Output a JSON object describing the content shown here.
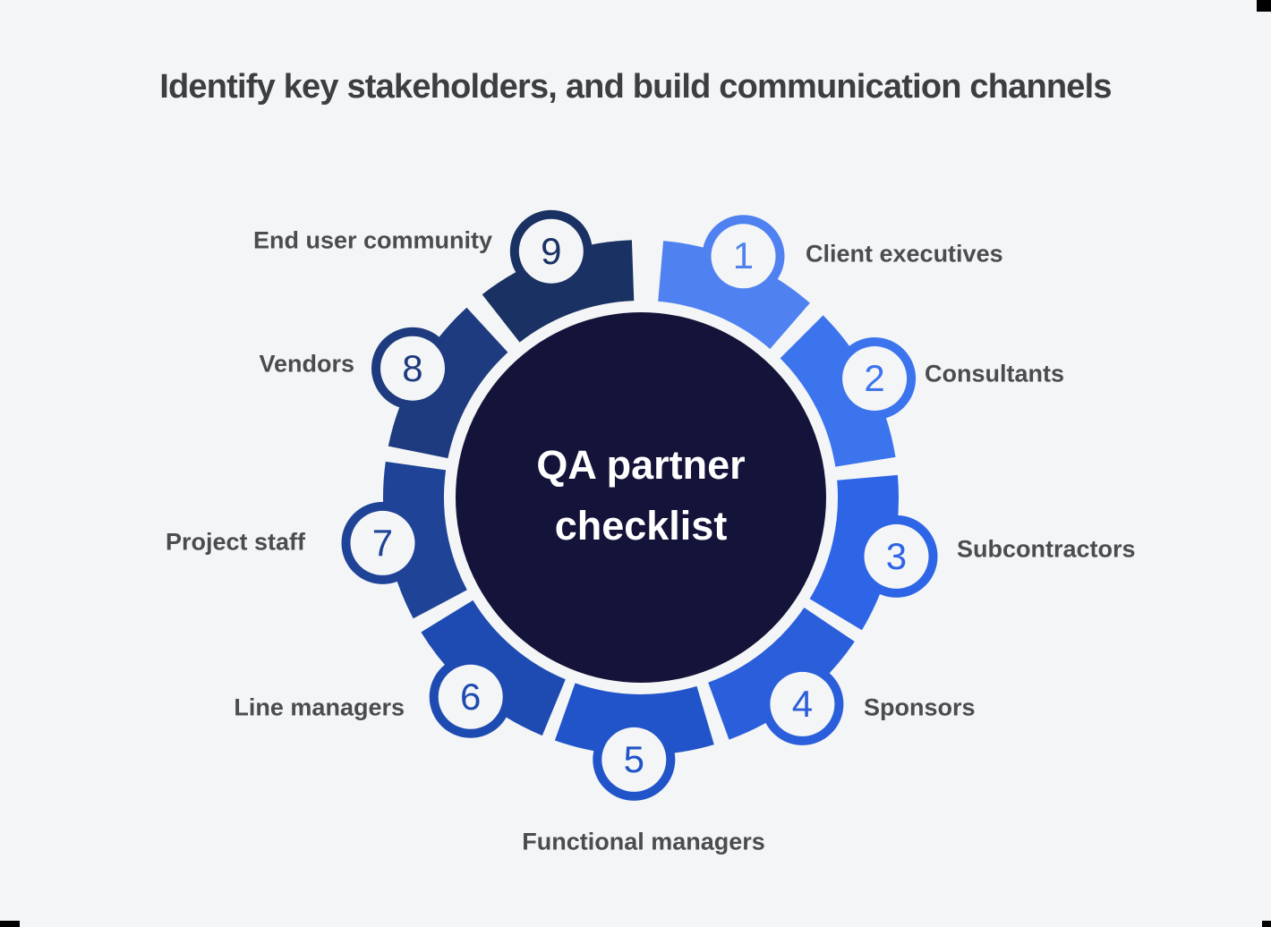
{
  "title": {
    "text": "Identify key stakeholders, and build communication channels"
  },
  "colors": {
    "background": "#f4f5f6",
    "title_text": "#3d3e42",
    "label_text": "#4b4c50",
    "center_circle": "#141339",
    "center_text": "#ffffff"
  },
  "diagram": {
    "type": "circular-stakeholder-ring",
    "center_label": {
      "line1": "QA partner",
      "line2": "checklist"
    },
    "segments": [
      {
        "number": "1",
        "label": "Client executives",
        "color": "#4f82f0"
      },
      {
        "number": "2",
        "label": "Consultants",
        "color": "#3c74ee"
      },
      {
        "number": "3",
        "label": "Subcontractors",
        "color": "#2d65e6"
      },
      {
        "number": "4",
        "label": "Sponsors",
        "color": "#2a5eda"
      },
      {
        "number": "5",
        "label": "Functional managers",
        "color": "#2154c8"
      },
      {
        "number": "6",
        "label": "Line managers",
        "color": "#1e4bb1"
      },
      {
        "number": "7",
        "label": "Project staff",
        "color": "#1e4397"
      },
      {
        "number": "8",
        "label": "Vendors",
        "color": "#1d3b7e"
      },
      {
        "number": "9",
        "label": "End user community",
        "color": "#1a3263"
      }
    ]
  }
}
